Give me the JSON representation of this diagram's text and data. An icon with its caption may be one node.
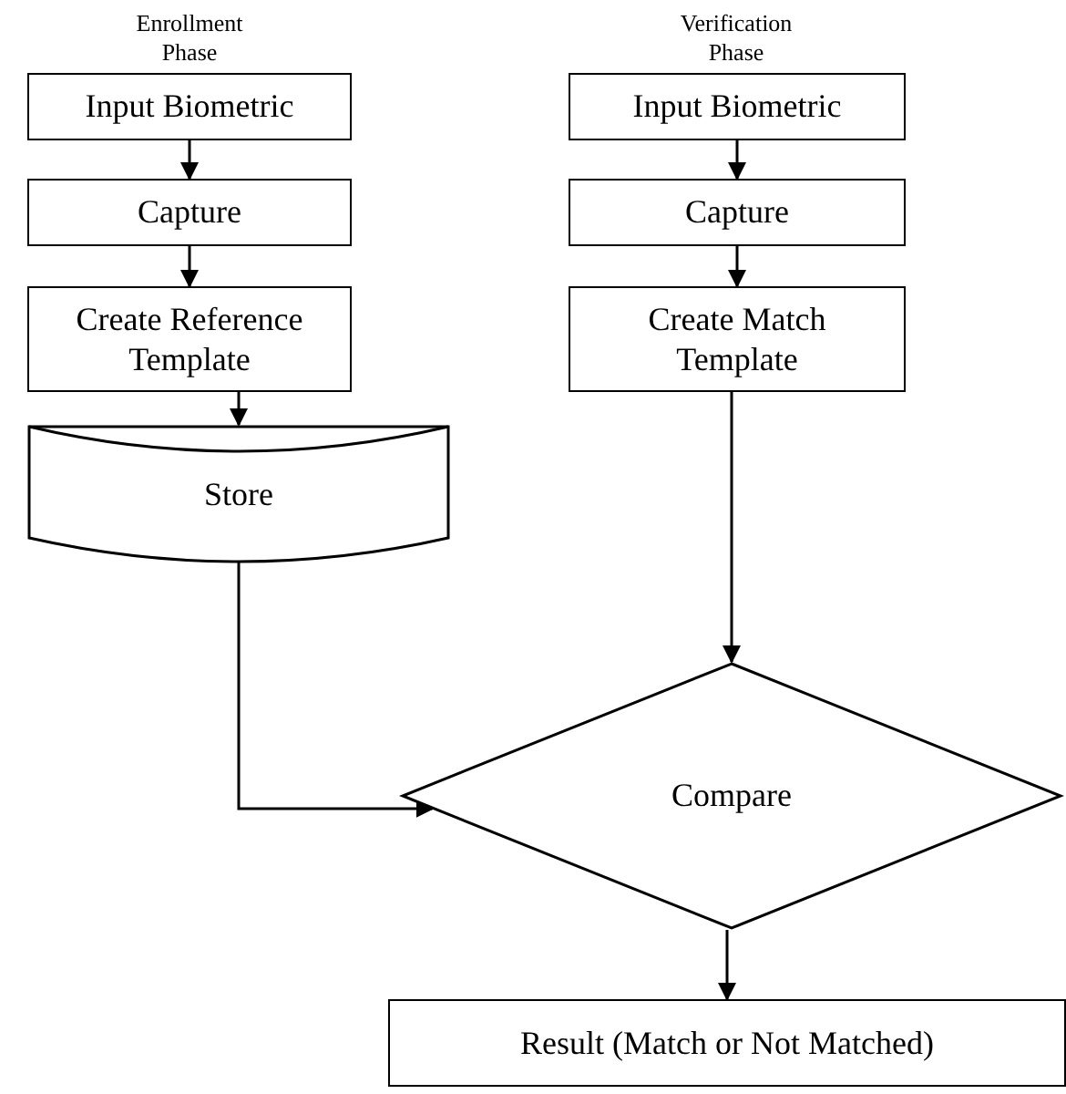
{
  "diagram": {
    "nodes": [
      {
        "text": [
          "Input Biometric"
        ]
      },
      {
        "text": [
          "Capture"
        ]
      },
      {
        "text": [
          "Create Reference Template"
        ]
      },
      {
        "text": [
          "Store"
        ]
      },
      {
        "text": [
          "Input Biometric"
        ]
      },
      {
        "text": [
          "Capture"
        ]
      },
      {
        "text": [
          "Create Match Template"
        ]
      },
      {
        "text": [
          "Compare"
        ]
      },
      {
        "text": [
          "Result (Match or Not Matched)"
        ]
      }
    ],
    "edges": [
      {
        "from": 0,
        "to": 1,
        "arrow": "to"
      },
      {
        "from": 1,
        "to": 2,
        "arrow": "to"
      },
      {
        "from": 2,
        "to": 3,
        "arrow": "to"
      },
      {
        "from": 4,
        "to": 5,
        "arrow": "to"
      },
      {
        "from": 5,
        "to": 6,
        "arrow": "to"
      },
      {
        "from": 6,
        "to": 7,
        "arrow": "to"
      },
      {
        "from": 3,
        "to": 7,
        "arrow": "to"
      },
      {
        "from": 7,
        "to": 8,
        "arrow": "to"
      }
    ],
    "labels": [
      "Enrollment Phase",
      "Verification Phase"
    ]
  }
}
